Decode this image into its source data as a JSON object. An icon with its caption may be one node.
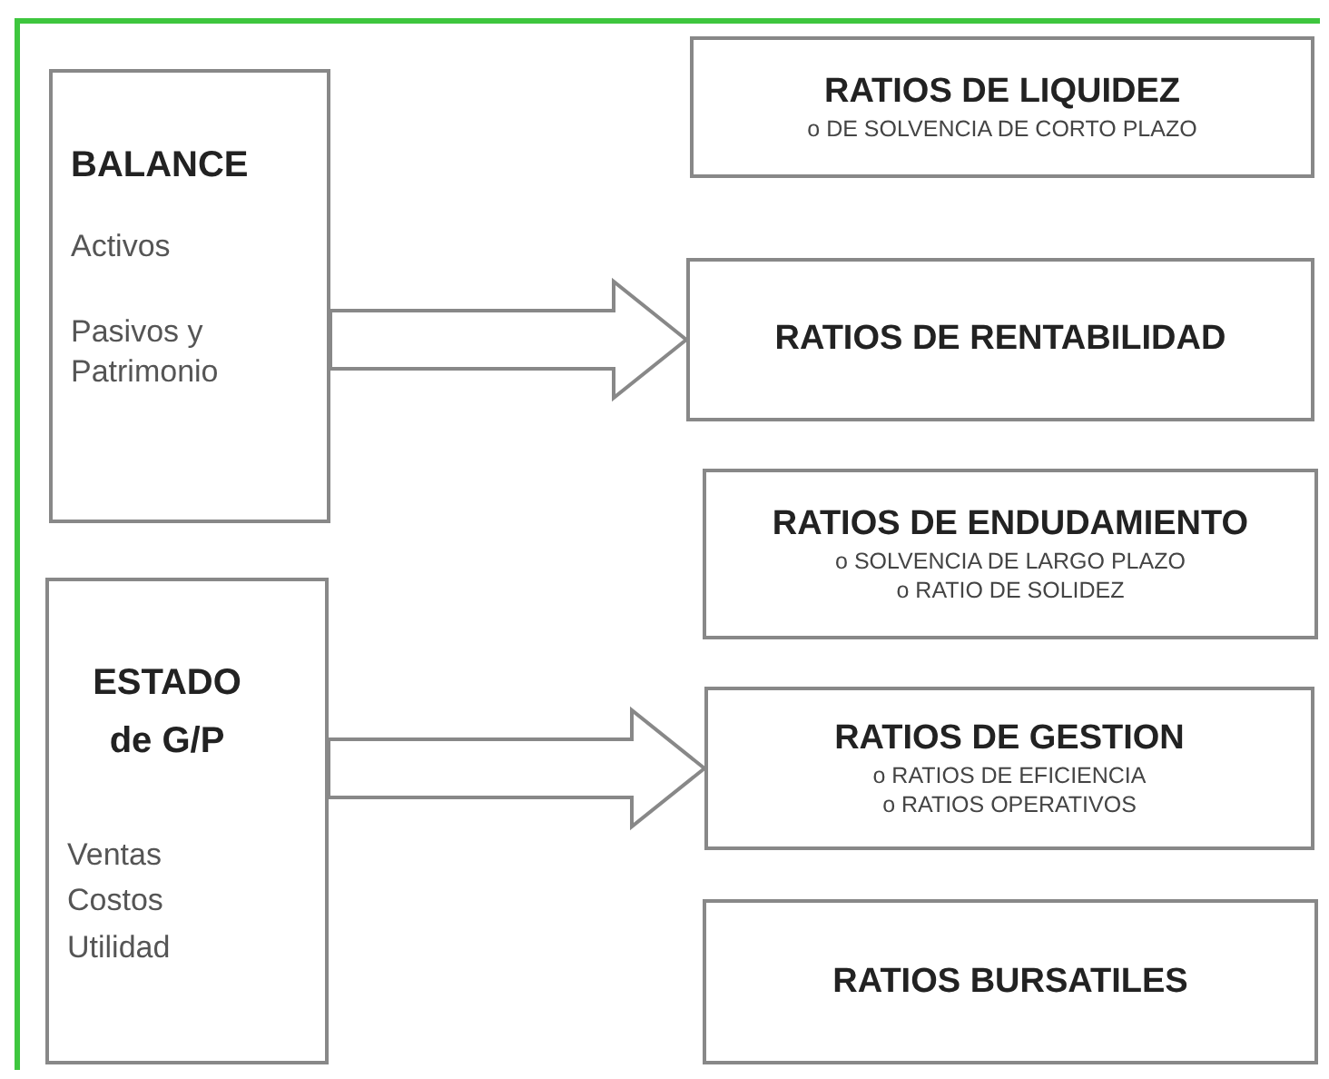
{
  "diagram": {
    "nodes": [
      {
        "text": [
          "BALANCE",
          "Activos",
          "Pasivos y Patrimonio"
        ]
      },
      {
        "text": [
          "ESTADO de G/P",
          "Ventas",
          "Costos",
          "Utilidad"
        ]
      },
      {
        "text": [
          "RATIOS DE LIQUIDEZ",
          "o DE SOLVENCIA DE CORTO PLAZO"
        ]
      },
      {
        "text": [
          "RATIOS DE RENTABILIDAD"
        ]
      },
      {
        "text": [
          "RATIOS DE ENDUDAMIENTO",
          "o SOLVENCIA DE LARGO PLAZO",
          "o RATIO DE SOLIDEZ"
        ]
      },
      {
        "text": [
          "RATIOS DE GESTION",
          "o RATIOS DE EFICIENCIA",
          "o RATIOS OPERATIVOS"
        ]
      },
      {
        "text": [
          "RATIOS BURSATILES"
        ]
      }
    ],
    "edges": [
      {
        "from": 0,
        "to": 3,
        "arrow": "to"
      },
      {
        "from": 1,
        "to": 5,
        "arrow": "to"
      }
    ]
  }
}
